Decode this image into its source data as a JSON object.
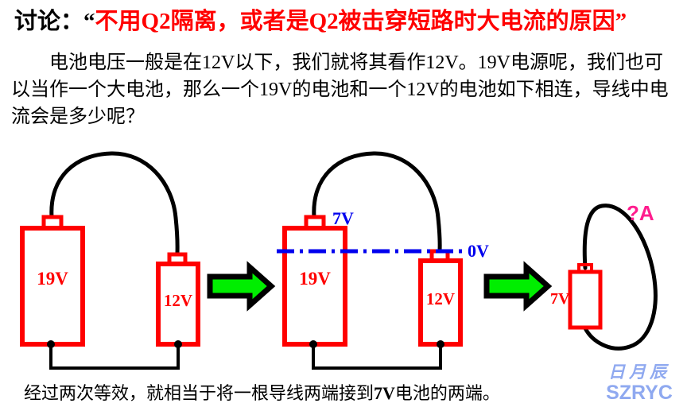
{
  "title": {
    "prefix": "讨论：",
    "open_quote": "“",
    "highlight": "不用Q2隔离，或者是Q2被击穿短路时大电流的原因",
    "close_quote": "”"
  },
  "intro_paragraph": "电池电压一般是在12V以下，我们就将其看作12V。19V电源呢，我们也可以当作一个大电池，那么一个19V的电池和一个12V的电池如下相连，导线中电流会是多少呢？",
  "closing_paragraph_pre": "经过两次等效，就相当于将一根导线两端接到",
  "closing_paragraph_bold": "7V",
  "closing_paragraph_post": "电池的两端。",
  "watermark": {
    "chinese": "日月辰",
    "latin": "SZRYC"
  },
  "diagram": {
    "stage1": {
      "battery_left_label": "19V",
      "battery_right_label": "12V"
    },
    "stage2": {
      "battery_left_label": "19V",
      "battery_right_label": "12V",
      "node_top_label": "7V",
      "node_ref_label": "0V"
    },
    "stage3": {
      "battery_label": "7V",
      "current_label": "?A"
    },
    "arrow1_name": "green-arrow-right",
    "arrow2_name": "green-arrow-right"
  },
  "colors": {
    "battery_red": "#ff0000",
    "wire_black": "#000000",
    "reference_blue": "#0000ee",
    "current_pink": "#ff1d8e",
    "arrow_green": "#00ee00",
    "watermark_blue": "#8fa9f0"
  }
}
